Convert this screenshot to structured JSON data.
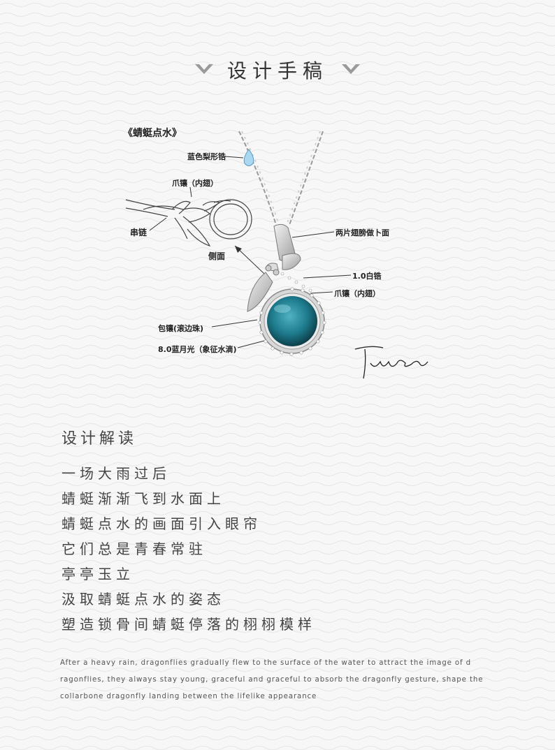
{
  "header": {
    "title": "设计手稿",
    "left_icon": "chevron-down-icon",
    "right_icon": "chevron-down-icon"
  },
  "sketch": {
    "title": "《蜻蜓点水》",
    "labels": {
      "blue_pear_zircon": "蓝色梨形锆",
      "claw_setting_top": "爪镶（内翅）",
      "string_chain": "串链",
      "side_view": "侧面",
      "two_wings": "两片翅膀做卜面",
      "white_zircon": "1.0白锆",
      "claw_setting_inner": "爪镶（内翅）",
      "bezel": "包镶(滚边珠)",
      "moonstone": "8.0蓝月光（象征水滴)"
    },
    "signature": "Tukey"
  },
  "design": {
    "section_title": "设计解读",
    "lines": [
      "一场大雨过后",
      "蜻蜓渐渐飞到水面上",
      "蜻蜓点水的画面引入眼帘",
      "它们总是青春常驻",
      "亭亭玉立",
      "汲取蜻蜓点水的姿态",
      "塑造锁骨间蜻蜓停落的栩栩模样"
    ],
    "english": [
      "After a heavy rain, dragonflies gradually flew to the surface of the water to attract the image of d",
      "ragonflies, they always stay young, graceful and graceful to absorb the dragonfly gesture, shape the",
      " collarbone dragonfly landing between the lifelike appearance"
    ]
  },
  "colors": {
    "background": "#f7f7f7",
    "chevron": "#9a9a9a",
    "stone": "#1f7f90",
    "silver": "#c9c9c9"
  }
}
